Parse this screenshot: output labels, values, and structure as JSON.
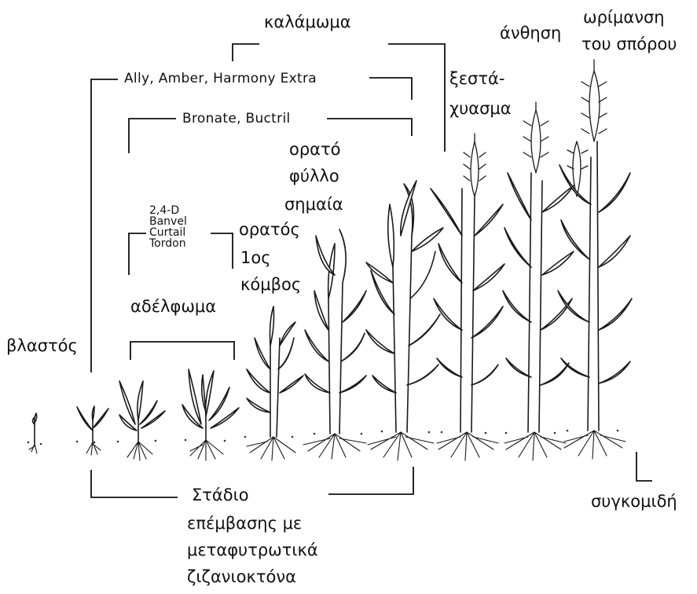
{
  "diagram": {
    "stages": {
      "emergence": "βλαστός",
      "tillering": "αδέλφωμα",
      "stem_elongation": "καλάμωμα",
      "first_node_visible": [
        "ορατός",
        "1ος",
        "κόμβος"
      ],
      "flag_leaf_visible": [
        "ορατό",
        "φύλλο",
        "σημαία"
      ],
      "heading": [
        "ξεστά-",
        "χυασμα"
      ],
      "flowering": "άνθηση",
      "seed_ripening": [
        "ωρίμανση",
        "του σπόρου"
      ],
      "harvest": "συγκομιδή"
    },
    "herbicide_windows": {
      "ally_group": "Ally, Amber, Harmony Extra",
      "bronate_group": "Bronate, Buctril",
      "hormone_group": [
        "2,4-D",
        "Banvel",
        "Curtail",
        "Tordon"
      ]
    },
    "application_stage": [
      "Στάδιο",
      "επέμβασης με",
      "μεταφυτρωτικά",
      "ζιζανιοκτόνα"
    ]
  }
}
